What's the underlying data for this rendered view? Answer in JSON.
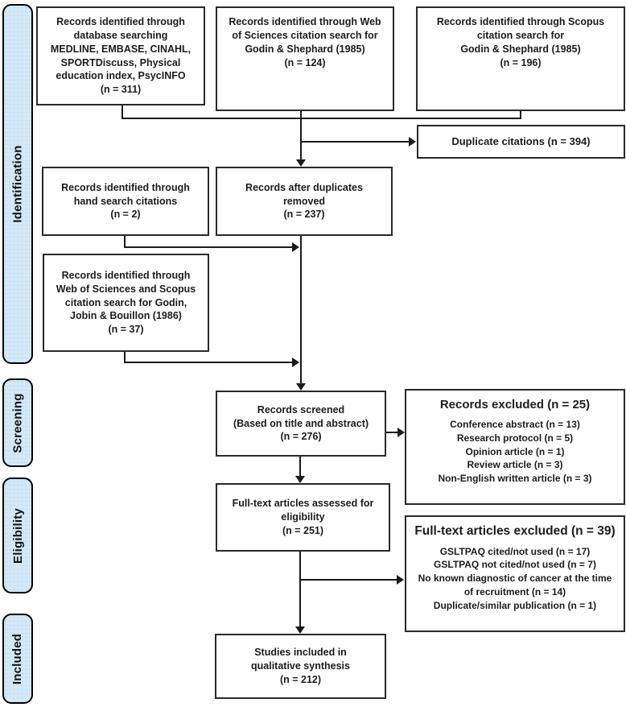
{
  "figure": {
    "type": "prisma-flow-diagram",
    "accent_color": "#d3e9f7",
    "line_color": "#1a1a1a"
  },
  "sidebar": {
    "stages": [
      {
        "label": "Identification"
      },
      {
        "label": "Screening"
      },
      {
        "label": "Eligibility"
      },
      {
        "label": "Included"
      }
    ]
  },
  "boxes": {
    "database_search": {
      "text": "Records identified through\ndatabase searching\nMEDLINE, EMBASE, CINAHL,\nSPORTDiscuss, Physical\neducation index, PsycINFO\n(n = 311)"
    },
    "web_of_science_search": {
      "text": "Records identified through Web\nof Sciences citation search for\nGodin & Shephard (1985)\n(n = 124)"
    },
    "scopus_search": {
      "text": "Records identified through Scopus\ncitation search for\nGodin & Shephard (1985)\n(n = 196)"
    },
    "duplicate_citations": {
      "text": "Duplicate citations (n = 394)"
    },
    "hand_search": {
      "text": "Records identified through\nhand search citations\n(n = 2)"
    },
    "after_duplicates": {
      "text": "Records after duplicates\nremoved\n(n = 237)"
    },
    "godin_jobin_search": {
      "text": "Records identified through\nWeb of Sciences and Scopus\ncitation search for Godin,\nJobin & Bouillon (1986)\n(n = 37)"
    },
    "records_screened": {
      "text": "Records screened\n(Based on title and abstract)\n(n = 276)"
    },
    "records_excluded": {
      "title": "Records excluded (n = 25)",
      "details": "Conference abstract (n = 13)\nResearch protocol (n = 5)\nOpinion article (n = 1)\nReview article (n = 3)\nNon-English written article (n = 3)"
    },
    "fulltext_assessed": {
      "text": "Full-text articles assessed for\neligibility\n(n = 251)"
    },
    "fulltext_excluded": {
      "title": "Full-text articles excluded (n = 39)",
      "details": "GSLTPAQ cited/not used (n = 17)\nGSLTPAQ not cited/not used (n = 7)\nNo known diagnostic of cancer at the time\nof recruitment (n = 14)\nDuplicate/similar publication (n = 1)"
    },
    "studies_included": {
      "text": "Studies included in\nqualitative synthesis\n(n = 212)"
    }
  }
}
